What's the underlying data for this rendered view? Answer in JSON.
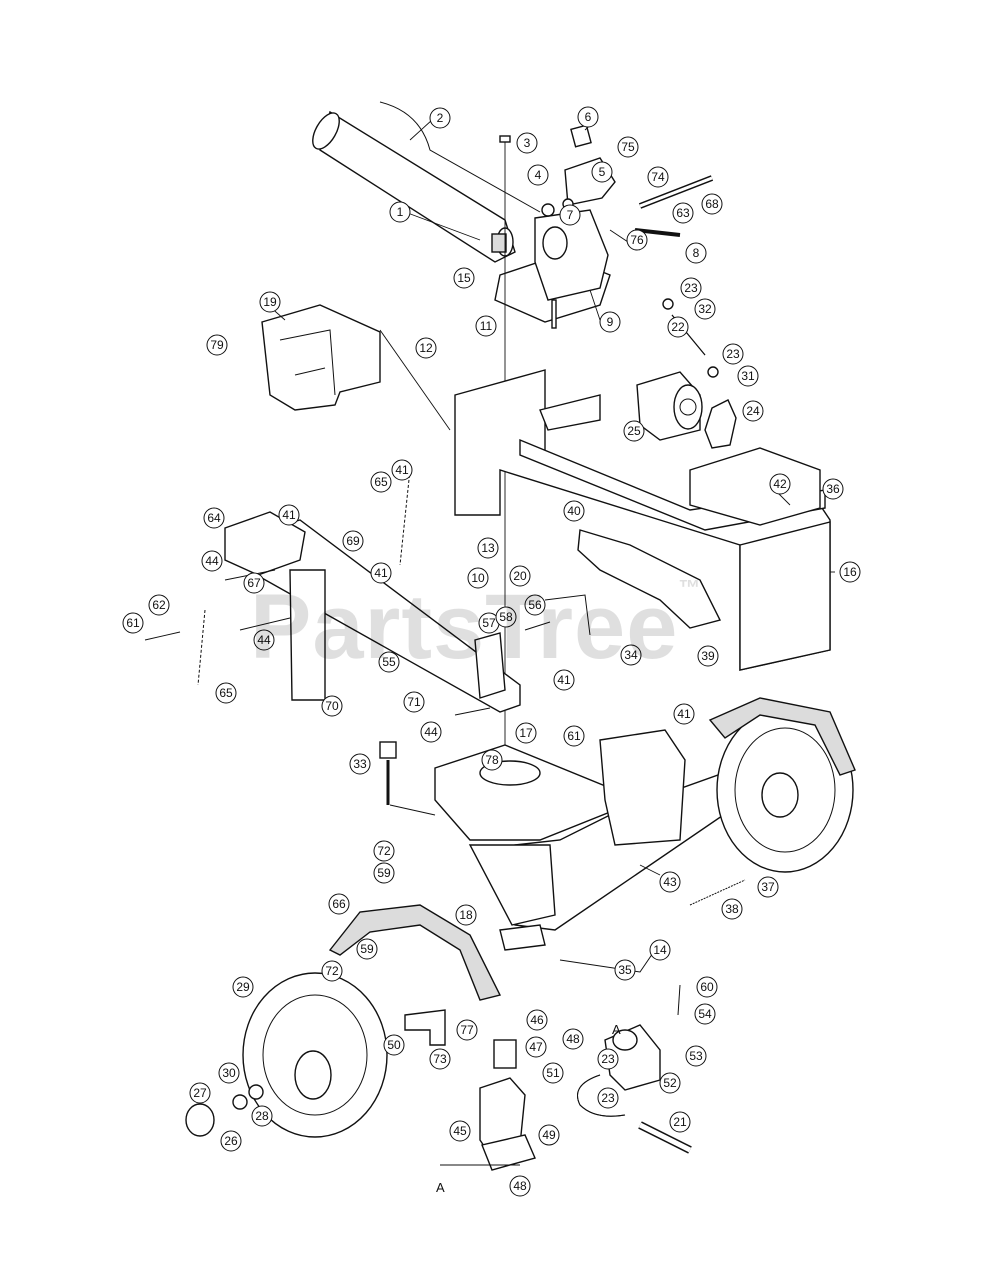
{
  "diagram": {
    "watermark": "PartsTree",
    "watermark_mark": "™",
    "reference_letters": [
      "A",
      "A"
    ],
    "callouts": [
      "1",
      "2",
      "3",
      "4",
      "5",
      "6",
      "7",
      "8",
      "9",
      "10",
      "11",
      "12",
      "13",
      "14",
      "15",
      "16",
      "17",
      "18",
      "19",
      "20",
      "21",
      "22",
      "23",
      "23",
      "23",
      "23",
      "24",
      "25",
      "26",
      "27",
      "28",
      "29",
      "30",
      "31",
      "32",
      "33",
      "34",
      "35",
      "36",
      "37",
      "38",
      "39",
      "40",
      "41",
      "41",
      "41",
      "41",
      "41",
      "42",
      "43",
      "44",
      "44",
      "44",
      "45",
      "46",
      "47",
      "48",
      "48",
      "49",
      "50",
      "51",
      "52",
      "53",
      "54",
      "55",
      "56",
      "57",
      "58",
      "59",
      "59",
      "60",
      "61",
      "61",
      "62",
      "63",
      "64",
      "65",
      "65",
      "66",
      "67",
      "68",
      "69",
      "70",
      "71",
      "72",
      "72",
      "73",
      "74",
      "75",
      "76",
      "77",
      "78",
      "79"
    ]
  }
}
